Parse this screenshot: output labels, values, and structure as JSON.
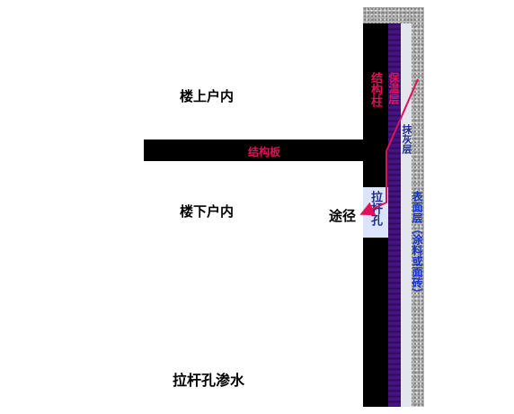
{
  "labels": {
    "upstairs": "楼上户内",
    "downstairs": "楼下户内",
    "title": "拉杆孔渗水",
    "path": "途径",
    "slab": "结构板",
    "column": "结构柱",
    "insulation": "保温层",
    "plaster": "抹灰层",
    "tie_hole": "拉杆孔",
    "finish": "表面层（涂料或面砖）"
  },
  "colors": {
    "slab_label": "#e0105a",
    "column_label": "#e0105a",
    "insulation_label": "#e0105a",
    "plaster_label": "#1b2a8c",
    "tie_hole_label": "#1b2a8c",
    "finish_label": "#1733c9",
    "path_arrow": "#e0105a"
  }
}
